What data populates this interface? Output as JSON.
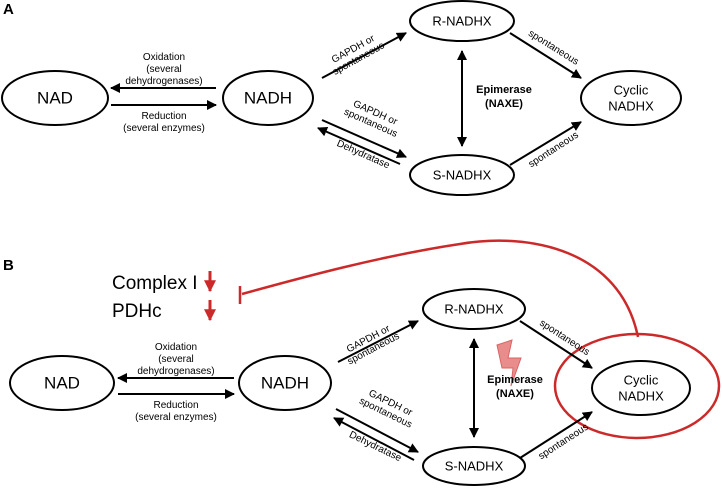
{
  "panels": {
    "a": {
      "letter": "A",
      "nodes": {
        "nad": "NAD",
        "nadh": "NADH",
        "rnadhx": "R-NADHX",
        "snadhx": "S-NADHX",
        "cyclic_line1": "Cyclic",
        "cyclic_line2": "NADHX"
      },
      "labels": {
        "oxidation": [
          "Oxidation",
          "(several",
          "dehydrogenases)"
        ],
        "reduction": [
          "Reduction",
          "(several enzymes)"
        ],
        "gapdh_r": [
          "GAPDH or",
          "spontaneous"
        ],
        "gapdh_s": [
          "GAPDH or",
          "spontaneous"
        ],
        "dehydratase": "Dehydratase",
        "spont_r": "spontaneous",
        "spont_s": "spontaneous",
        "epimerase": [
          "Epimerase",
          "(NAXE)"
        ]
      }
    },
    "b": {
      "letter": "B",
      "complex_i": "Complex I",
      "pdhc": "PDHc",
      "nodes": {
        "nad": "NAD",
        "nadh": "NADH",
        "rnadhx": "R-NADHX",
        "snadhx": "S-NADHX",
        "cyclic_line1": "Cyclic",
        "cyclic_line2": "NADHX"
      },
      "labels": {
        "oxidation": [
          "Oxidation",
          "(several",
          "dehydrogenases)"
        ],
        "reduction": [
          "Reduction",
          "(several enzymes)"
        ],
        "gapdh_r": [
          "GAPDH or",
          "spontaneous"
        ],
        "gapdh_s": [
          "GAPDH or",
          "spontaneous"
        ],
        "dehydratase": "Dehydratase",
        "spont_r": "spontaneous",
        "spont_s": "spontaneous",
        "epimerase": [
          "Epimerase",
          "(NAXE)"
        ]
      }
    }
  },
  "colors": {
    "inhibition": "#cc2a2a",
    "lightning": "#e06060",
    "line": "#000000"
  }
}
